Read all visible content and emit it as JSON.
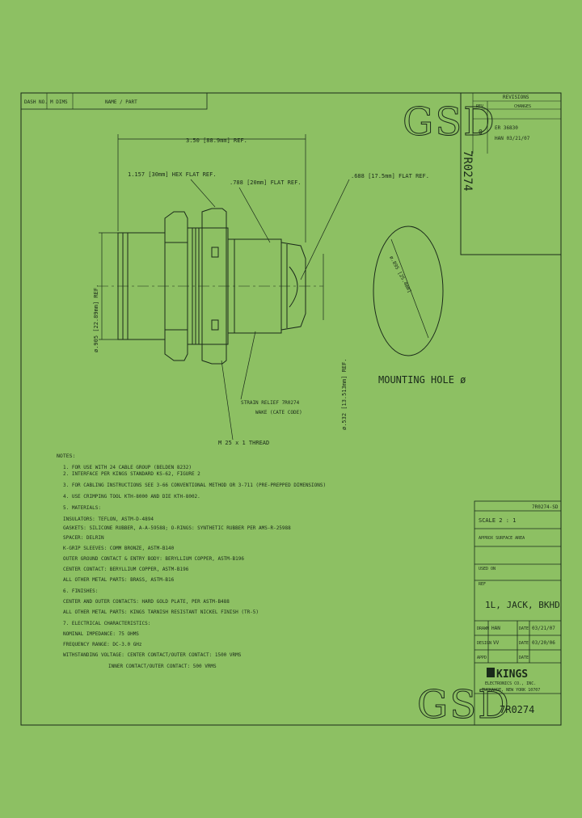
{
  "header": {
    "dash_no_label": "DASH NO.",
    "dim_label": "M DIMS",
    "name_label": "NAME / PART",
    "revisions_title": "REVISIONS",
    "rev_label": "REV",
    "description_label": "CHANGES",
    "rev": "0",
    "rev_desc": "ER 36830",
    "rev_date": "HAN 03/21/07",
    "part_vertical": "7R0274"
  },
  "logo_top": "GSD",
  "logo_bottom": "GSD",
  "dimensions": {
    "overall_length": "3.50 [88.9mm] REF.",
    "hex_flat": "1.157 [30mm] HEX FLAT REF.",
    "flat_a": ".788 [20mm] FLAT REF.",
    "flat_b": ".688 [17.5mm] FLAT REF.",
    "diameter_left": "ø.905 [22.89mm] REF.",
    "diameter_right": "ø.532 [13.513mm] REF.",
    "mounting_hole_dim": "ø.895 [25.4mm]",
    "thread": "M 25 x 1 THREAD",
    "mounting_hole_label": "MOUNTING HOLE ø"
  },
  "strain_relief": {
    "line1": "STRAIN RELIEF 7R0274",
    "line2": "WAKE (CATE CODE)"
  },
  "notes": [
    "NOTES:",
    "1. FOR USE WITH 24 CABLE GROUP (BELDEN 8232)",
    "2. INTERFACE PER KINGS STANDARD KS-62, FIGURE 2",
    "3. FOR CABLING INSTRUCTIONS SEE 3-66 CONVENTIONAL METHOD OR 3-711 (PRE-PREPPED DIMENSIONS)",
    "4. USE CRIMPING TOOL KTH-8000 AND DIE KTH-8002.",
    "5. MATERIALS:",
    "   INSULATORS: TEFLON, ASTM-D-4894",
    "   GASKETS: SILICONE RUBBER, A-A-59588; O-RINGS: SYNTHETIC RUBBER PER AMS-R-25988",
    "   SPACER: DELRIN",
    "   K-GRIP SLEEVES: COMM BRONZE, ASTM-B140",
    "   OUTER GROUND CONTACT & ENTRY BODY: BERYLLIUM COPPER, ASTM-B196",
    "   CENTER CONTACT: BERYLLIUM COPPER, ASTM-B196",
    "   ALL OTHER METAL PARTS: BRASS, ASTM-B16",
    "6. FINISHES:",
    "   CENTER AND OUTER CONTACTS: HARD GOLD PLATE, PER ASTM-B488",
    "   ALL OTHER METAL PARTS: KINGS TARNISH RESISTANT NICKEL FINISH (TR-5)",
    "7. ELECTRICAL CHARACTERISTICS:",
    "   NOMINAL IMPEDANCE: 75 OHMS",
    "   FREQUENCY RANGE: DC-3.0 GHz",
    "   WITHSTANDING VOLTAGE: CENTER CONTACT/OUTER CONTACT: 1500 VRMS",
    "   INNER CONTACT/OUTER CONTACT: 500 VRMS"
  ],
  "title_block": {
    "part_ref": "7R0274-SD",
    "scale": "SCALE  2 : 1",
    "surface": "APPROX SURFACE AREA",
    "used_on": "USED ON",
    "ref": "REF",
    "title": "1L, JACK, BKHD",
    "drawn_label": "DRAWN",
    "drawn_by": "HAN",
    "drawn_date_label": "DATE",
    "drawn_date": "03/21/07",
    "design_label": "DESIGN",
    "design_by": "VV",
    "design_date_label": "DATE",
    "design_date": "03/20/06",
    "appd_label": "APPD",
    "appd_date_label": "DATE",
    "company": "KINGS",
    "company_sub": "ELECTRONICS CO., INC.",
    "address": "TUCKAHOE, NEW YORK 10707",
    "drawing_number": "7R0274"
  }
}
